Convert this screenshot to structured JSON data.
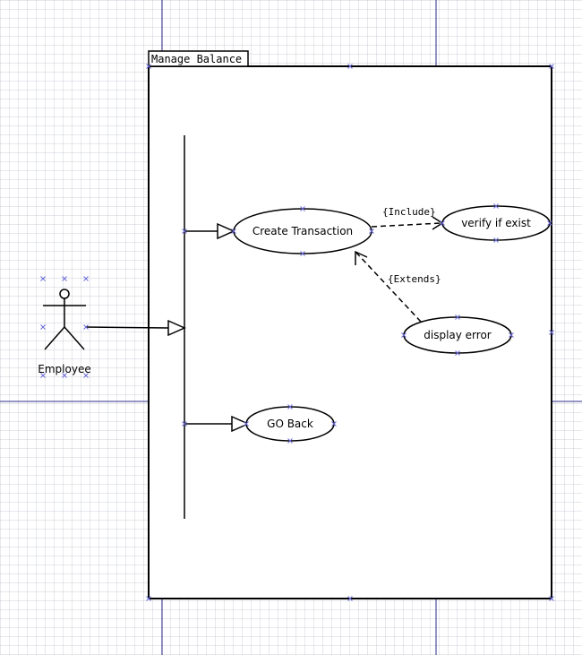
{
  "diagram": {
    "frame_title": "Manage Balance",
    "actor": {
      "name": "Employee"
    },
    "use_cases": {
      "create_transaction": "Create Transaction",
      "verify_if_exist": "verify if exist",
      "display_error": "display error",
      "go_back": "GO Back"
    },
    "relations": {
      "include": "{Include}",
      "extends": "{Extends}"
    }
  },
  "colors": {
    "guide_line": "#2b2b8c",
    "selection_handle": "#6a6ad8",
    "grid": "#dfe3ea"
  }
}
